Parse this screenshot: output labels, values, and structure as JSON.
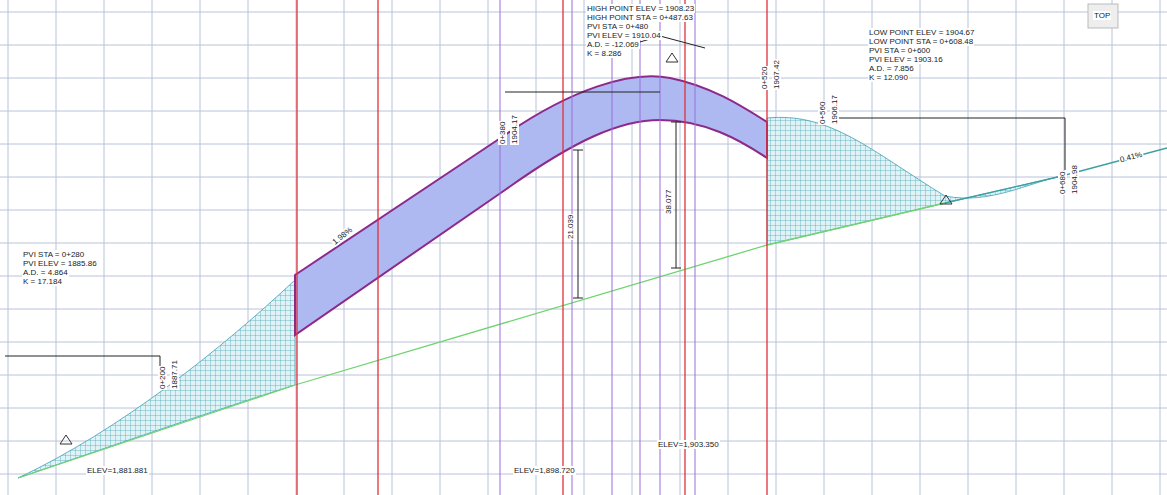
{
  "diagram": {
    "labels": [
      "PVI STA = 0+280",
      "PVI ELEV = 1885.86",
      "A.D. = 4.864",
      "K = 17.184",
      "HIGH POINT ELEV = 1908.23",
      "HIGH POINT STA = 0+487.63",
      "PVI STA = 0+480",
      "PVI ELEV = 1910.04",
      "A.D. = -12.069",
      "K = 8.286",
      "LOW POINT ELEV = 1904.67",
      "LOW POINT STA = 0+608.48",
      "PVI STA = 0+600",
      "PVI ELEV = 1903.16",
      "A.D. = 7.856",
      "K = 12.090",
      "0+200",
      "1887.71",
      "0+380",
      "1904.17",
      "0+520",
      "1907.42",
      "0+560",
      "1906.17",
      "0+680",
      "1904.98",
      "1.98%",
      "0.41%",
      "21.039",
      "38.077",
      "ELEV=1,881.881",
      "ELEV=1,898.720",
      "ELEV=1,903.350",
      "TOP"
    ]
  }
}
